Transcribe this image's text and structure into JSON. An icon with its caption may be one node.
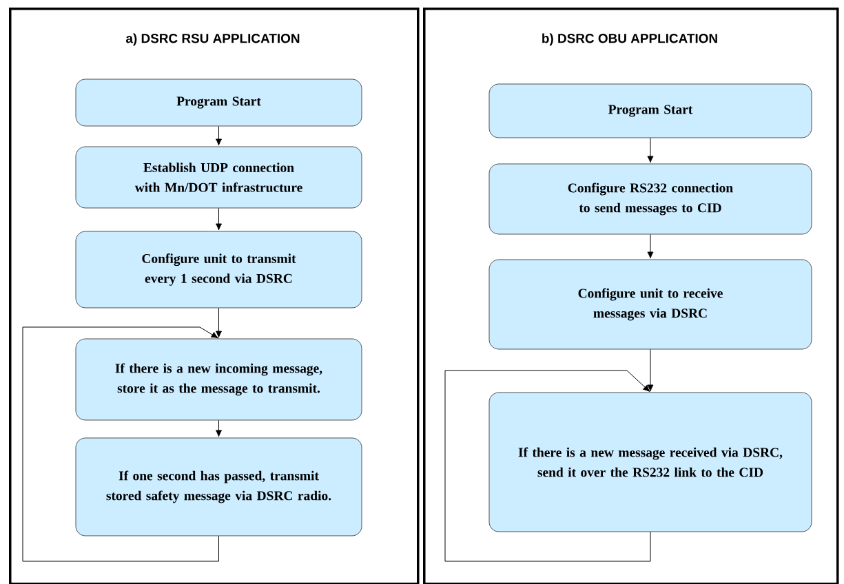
{
  "diagram": {
    "nodes": [
      {
        "text": [
          "a) DSRC RSU APPLICATION"
        ]
      },
      {
        "text": [
          "Program Start"
        ],
        "in": 0
      },
      {
        "text": [
          "Establish UDP connection with Mn/DOT infrastructure"
        ],
        "in": 0
      },
      {
        "text": [
          "Configure unit to transmit every 1 second via DSRC"
        ],
        "in": 0
      },
      {
        "text": [
          "If there is a new incoming message, store it as the message to transmit."
        ],
        "in": 0
      },
      {
        "text": [
          "If one second has passed, transmit stored safety message via DSRC radio."
        ],
        "in": 0
      },
      {
        "text": [
          "b) DSRC OBU APPLICATION"
        ]
      },
      {
        "text": [
          "Program Start"
        ],
        "in": 6
      },
      {
        "text": [
          "Configure RS232 connection to send messages to CID"
        ],
        "in": 6
      },
      {
        "text": [
          "Configure unit to receive messages via DSRC"
        ],
        "in": 6
      },
      {
        "text": [
          "If there is a new message received via DSRC, send it over the RS232 link to the CID"
        ],
        "in": 6
      }
    ],
    "edges": [
      {
        "from": 1,
        "to": 2,
        "arrow": "to"
      },
      {
        "from": 2,
        "to": 3,
        "arrow": "to"
      },
      {
        "from": 3,
        "to": 4,
        "arrow": "to"
      },
      {
        "from": 4,
        "to": 5,
        "arrow": "to"
      },
      {
        "from": 5,
        "to": 4,
        "arrow": "to"
      },
      {
        "from": 7,
        "to": 8,
        "arrow": "to"
      },
      {
        "from": 8,
        "to": 9,
        "arrow": "to"
      },
      {
        "from": 9,
        "to": 10,
        "arrow": "to"
      },
      {
        "from": 10,
        "to": 10,
        "arrow": "to"
      }
    ]
  }
}
